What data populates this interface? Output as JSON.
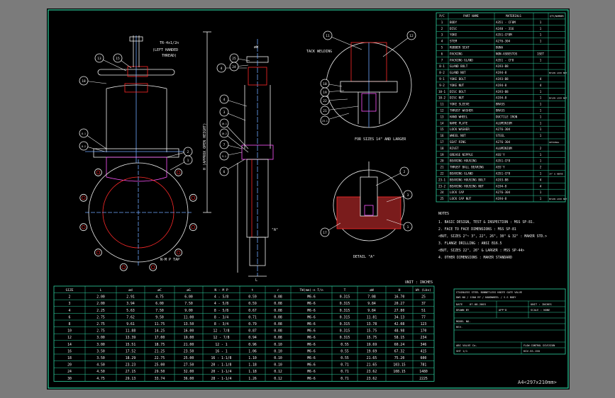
{
  "parts_header": {
    "pc": "P/C",
    "name": "PART NAME",
    "material": "MATERIALS",
    "qty": "QTY/NUMBER"
  },
  "parts": [
    {
      "no": "1",
      "name": "BODY",
      "material": "A351 - CF8M",
      "qty": "1",
      "note": ""
    },
    {
      "no": "2",
      "name": "DISC",
      "material": "A240 - 316",
      "qty": "1",
      "note": ""
    },
    {
      "no": "3",
      "name": "YOKE",
      "material": "A351-CF8M",
      "qty": "1",
      "note": ""
    },
    {
      "no": "4",
      "name": "STEM",
      "material": "A276-304",
      "qty": "1",
      "note": ""
    },
    {
      "no": "5",
      "name": "RUBBER SEAT",
      "material": "BUNA",
      "qty": "",
      "note": ""
    },
    {
      "no": "6",
      "name": "PACKING",
      "material": "NON-ASBESTOS",
      "qty": "1SET",
      "note": ""
    },
    {
      "no": "7",
      "name": "PACKING GLAND",
      "material": "A351 - CF8",
      "qty": "1",
      "note": ""
    },
    {
      "no": "8-1",
      "name": "GLAND BOLT",
      "material": "A193-B8",
      "qty": "",
      "note": ""
    },
    {
      "no": "8-2",
      "name": "GLAND NUT",
      "material": "A194-8",
      "qty": "",
      "note": "NYLON LOCK NUT"
    },
    {
      "no": "9-1",
      "name": "YOKE BOLT",
      "material": "A193-B8",
      "qty": "4",
      "note": ""
    },
    {
      "no": "9-2",
      "name": "YOKE NUT",
      "material": "A194-8",
      "qty": "4",
      "note": ""
    },
    {
      "no": "10-1",
      "name": "DISC BOLT",
      "material": "A193-B8",
      "qty": "1",
      "note": ""
    },
    {
      "no": "10-2",
      "name": "DISC NUT",
      "material": "A194-8",
      "qty": "1",
      "note": "NYLON LOCK NUT"
    },
    {
      "no": "11",
      "name": "YOKE SLEEVE",
      "material": "BRASS",
      "qty": "1",
      "note": ""
    },
    {
      "no": "12",
      "name": "THRUST WASHER",
      "material": "BRASS",
      "qty": "1",
      "note": ""
    },
    {
      "no": "13",
      "name": "HAND WHEEL",
      "material": "DUCTILE IRON",
      "qty": "1",
      "note": ""
    },
    {
      "no": "14",
      "name": "NAME PLATE",
      "material": "ALUMINIUM",
      "qty": "1",
      "note": ""
    },
    {
      "no": "15",
      "name": "LOCK WASHER",
      "material": "A276-304",
      "qty": "1",
      "note": ""
    },
    {
      "no": "16",
      "name": "WHEEL NUT",
      "material": "STEEL",
      "qty": "1",
      "note": ""
    },
    {
      "no": "17",
      "name": "SEAT RING",
      "material": "A276-304",
      "qty": "",
      "note": "OPTIONAL"
    },
    {
      "no": "18",
      "name": "RIVET",
      "material": "ALUMINIUM",
      "qty": "2",
      "note": ""
    },
    {
      "no": "19",
      "name": "GREASE NIPPLE",
      "material": "ASS'Y",
      "qty": "1",
      "note": ""
    },
    {
      "no": "20",
      "name": "BEARING HOUSING",
      "material": "A351-CF8",
      "qty": "1",
      "note": ""
    },
    {
      "no": "21",
      "name": "THRUST BALL BEARING",
      "material": "ASS'Y",
      "qty": "2",
      "note": ""
    },
    {
      "no": "22",
      "name": "BEARING GLAND",
      "material": "A351-CF8",
      "qty": "1",
      "note": "14\" & ABOVE"
    },
    {
      "no": "23-1",
      "name": "BEARING HOUSING BOLT",
      "material": "A193-B8",
      "qty": "4",
      "note": ""
    },
    {
      "no": "23-2",
      "name": "BEARING HOUSING NUT",
      "material": "A194-8",
      "qty": "4",
      "note": ""
    },
    {
      "no": "24",
      "name": "LOCK CAP",
      "material": "A276-304",
      "qty": "1",
      "note": ""
    },
    {
      "no": "25",
      "name": "LOCK CAP NUT",
      "material": "A194-8",
      "qty": "1",
      "note": "NYLON LOCK NUT"
    }
  ],
  "notes": {
    "title": "NOTES",
    "items": [
      "1. BASIC DESIGN, TEST & INSPECTION : MSS SP-81.",
      "2. FACE TO FACE DIMENSIONS : MSS SP-81",
      "   <BUT, SIZES 2\"~ 3\", 22\", 26\", 30\" & 32\" : MAKER STD.>",
      "3. FLANGE DRILLING : ANSI B16.5",
      "   <BUT, SIZES 22\", 26\" & LARGER : MSS SP-44>",
      "4. OTHER DIMENSIONS : MAKER STANDARD"
    ]
  },
  "dims_table": {
    "unit": "UNIT : INCHES",
    "headers": [
      "SIZE",
      "L",
      "ød",
      "øC",
      "øG",
      "N - M P",
      "t",
      "r",
      "TW(mm)-n T/n",
      "T",
      "øW",
      "H",
      "Wt (Lbs)"
    ],
    "rows": [
      [
        "2",
        "2.00",
        "2.91",
        "4.75",
        "6.00",
        "4 - 5/8",
        "0.59",
        "0.08",
        "M6-6",
        "0.315",
        "7.08",
        "16.70",
        "25"
      ],
      [
        "3",
        "2.00",
        "3.94",
        "6.00",
        "7.50",
        "4 - 5/8",
        "0.59",
        "0.08",
        "M6-6",
        "0.315",
        "9.84",
        "20.27",
        "37"
      ],
      [
        "4",
        "2.25",
        "5.63",
        "7.50",
        "9.00",
        "8 - 5/8",
        "0.67",
        "0.08",
        "M6-6",
        "0.315",
        "9.84",
        "27.80",
        "51"
      ],
      [
        "6",
        "2.75",
        "7.62",
        "9.50",
        "11.00",
        "8 - 3/4",
        "0.71",
        "0.08",
        "M6-6",
        "0.315",
        "11.81",
        "34.13",
        "77"
      ],
      [
        "8",
        "2.75",
        "9.61",
        "11.75",
        "13.50",
        "8 - 3/4",
        "0.79",
        "0.08",
        "M6-6",
        "0.315",
        "13.78",
        "42.08",
        "123"
      ],
      [
        "10",
        "2.75",
        "11.88",
        "14.25",
        "16.00",
        "12 - 7/8",
        "0.87",
        "0.08",
        "M6-6",
        "0.315",
        "15.75",
        "48.98",
        "170"
      ],
      [
        "12",
        "3.00",
        "13.39",
        "17.00",
        "19.00",
        "12 - 7/8",
        "0.94",
        "0.08",
        "M6-6",
        "0.315",
        "15.75",
        "58.15",
        "234"
      ],
      [
        "14",
        "3.00",
        "15.51",
        "18.75",
        "21.00",
        "12 - 1",
        "0.96",
        "0.10",
        "M6-6",
        "0.55",
        "19.69",
        "60.24",
        "346"
      ],
      [
        "16",
        "3.50",
        "17.52",
        "21.25",
        "23.50",
        "16 - 1",
        "1.06",
        "0.10",
        "M6-6",
        "0.55",
        "19.69",
        "67.32",
        "415"
      ],
      [
        "18",
        "3.50",
        "18.29",
        "22.75",
        "25.00",
        "16 - 1-1/8",
        "1.10",
        "0.10",
        "M6-6",
        "0.55",
        "21.65",
        "75.20",
        "600"
      ],
      [
        "20",
        "4.50",
        "23.23",
        "25.00",
        "27.50",
        "20 - 1-1/8",
        "1.18",
        "0.10",
        "M6-6",
        "0.71",
        "21.65",
        "103.15",
        "781"
      ],
      [
        "24",
        "4.50",
        "27.15",
        "29.50",
        "32.00",
        "20 - 1-1/4",
        "1.18",
        "0.12",
        "M6-6",
        "0.71",
        "23.62",
        "108.15",
        "1480"
      ],
      [
        "30",
        "4.75",
        "29.13",
        "33.74",
        "36.00",
        "28 - 1-1/4",
        "1.26",
        "0.12",
        "M6-6",
        "0.71",
        "23.62",
        "",
        "2225"
      ]
    ]
  },
  "title_block": {
    "line1": "STAINLESS STEEL BONNETLESS KNIFE GATE VALVE",
    "line2": "DWG NO / 150# RF / HANDWHEEL / S.S BODY",
    "date_label": "DATE",
    "date_value": "07-08-2003",
    "unit_label": "UNIT : INCHES",
    "drawn_label": "DRAWN BY",
    "appd_label": "APP'D",
    "scale_label": "SCALE : NONE",
    "model_label": "MODEL NO.",
    "rev_label": "REV.",
    "company": "ABC VALVE Co.",
    "company2": "FLOW CONTROL DIVISION",
    "sheet": "SHT 1/1",
    "dwg_no": "KGV-SS-150"
  },
  "annotations": {
    "thread_spec": "TR-4x1/2n",
    "left_handed": "(LEFT HANDED",
    "thread_word": "THREAD)",
    "h_dim": "H (APPROX OPEN HEIGHT)",
    "tack_welding": "TACK WELDING",
    "sizes_14": "FOR SIZES 14\" AND LARGER",
    "detail_a": "DETAIL \"A\"",
    "n_mp_tap": "N-M P TAP",
    "dim_w": "øW",
    "dim_l": "L",
    "dim_a": "\"A\""
  },
  "sheet_size": "A4<297x210mm>",
  "colors": {
    "frame": "#2fd0a0",
    "line": "#f2f2f2",
    "red": "#ff2a2a",
    "magenta": "#ff55ff",
    "blue": "#6fa8ff",
    "yellow": "#ffff55",
    "green": "#55ff55",
    "cyan": "#55ffff"
  }
}
